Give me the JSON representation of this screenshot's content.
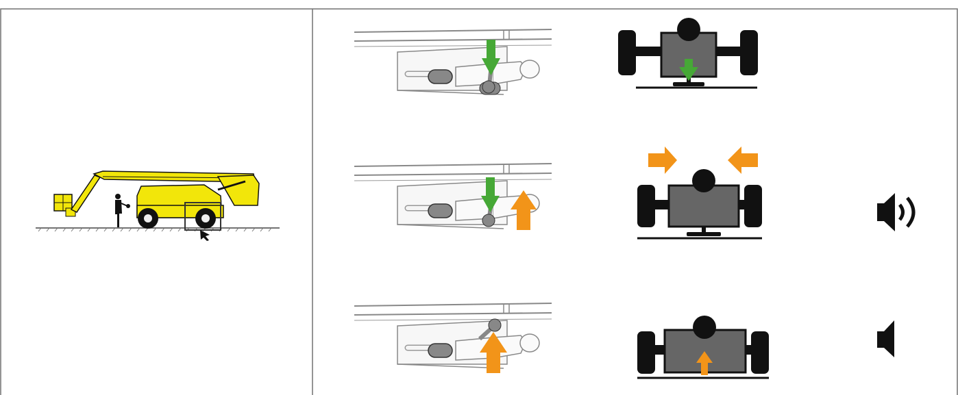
{
  "colors": {
    "border": "#707070",
    "machine_yellow": "#f2e60a",
    "green_arrow": "#46a836",
    "orange_arrow": "#f29419",
    "dark": "#111111",
    "chassis_gray": "#666666",
    "line_gray": "#888888",
    "light_fill": "#f5f5f5"
  },
  "icons": {
    "machine": "aerial-work-platform-icon",
    "sound_on": "speaker-sound-icon",
    "sound_off": "speaker-muted-icon"
  },
  "rows": [
    {
      "lever": "lever-pushed-down",
      "lever_arrows": [
        "green-down"
      ],
      "axle": "axle-locked-down",
      "axle_arrows": [
        "green-down"
      ],
      "sound": "none"
    },
    {
      "lever": "lever-mid-position",
      "lever_arrows": [
        "green-down",
        "orange-up"
      ],
      "axle": "axle-oscillating",
      "axle_arrows": [
        "orange-right",
        "orange-left"
      ],
      "sound": "sound-on"
    },
    {
      "lever": "lever-pulled-up",
      "lever_arrows": [
        "orange-up"
      ],
      "axle": "axle-raised",
      "axle_arrows": [
        "orange-up"
      ],
      "sound": "sound-off"
    }
  ]
}
